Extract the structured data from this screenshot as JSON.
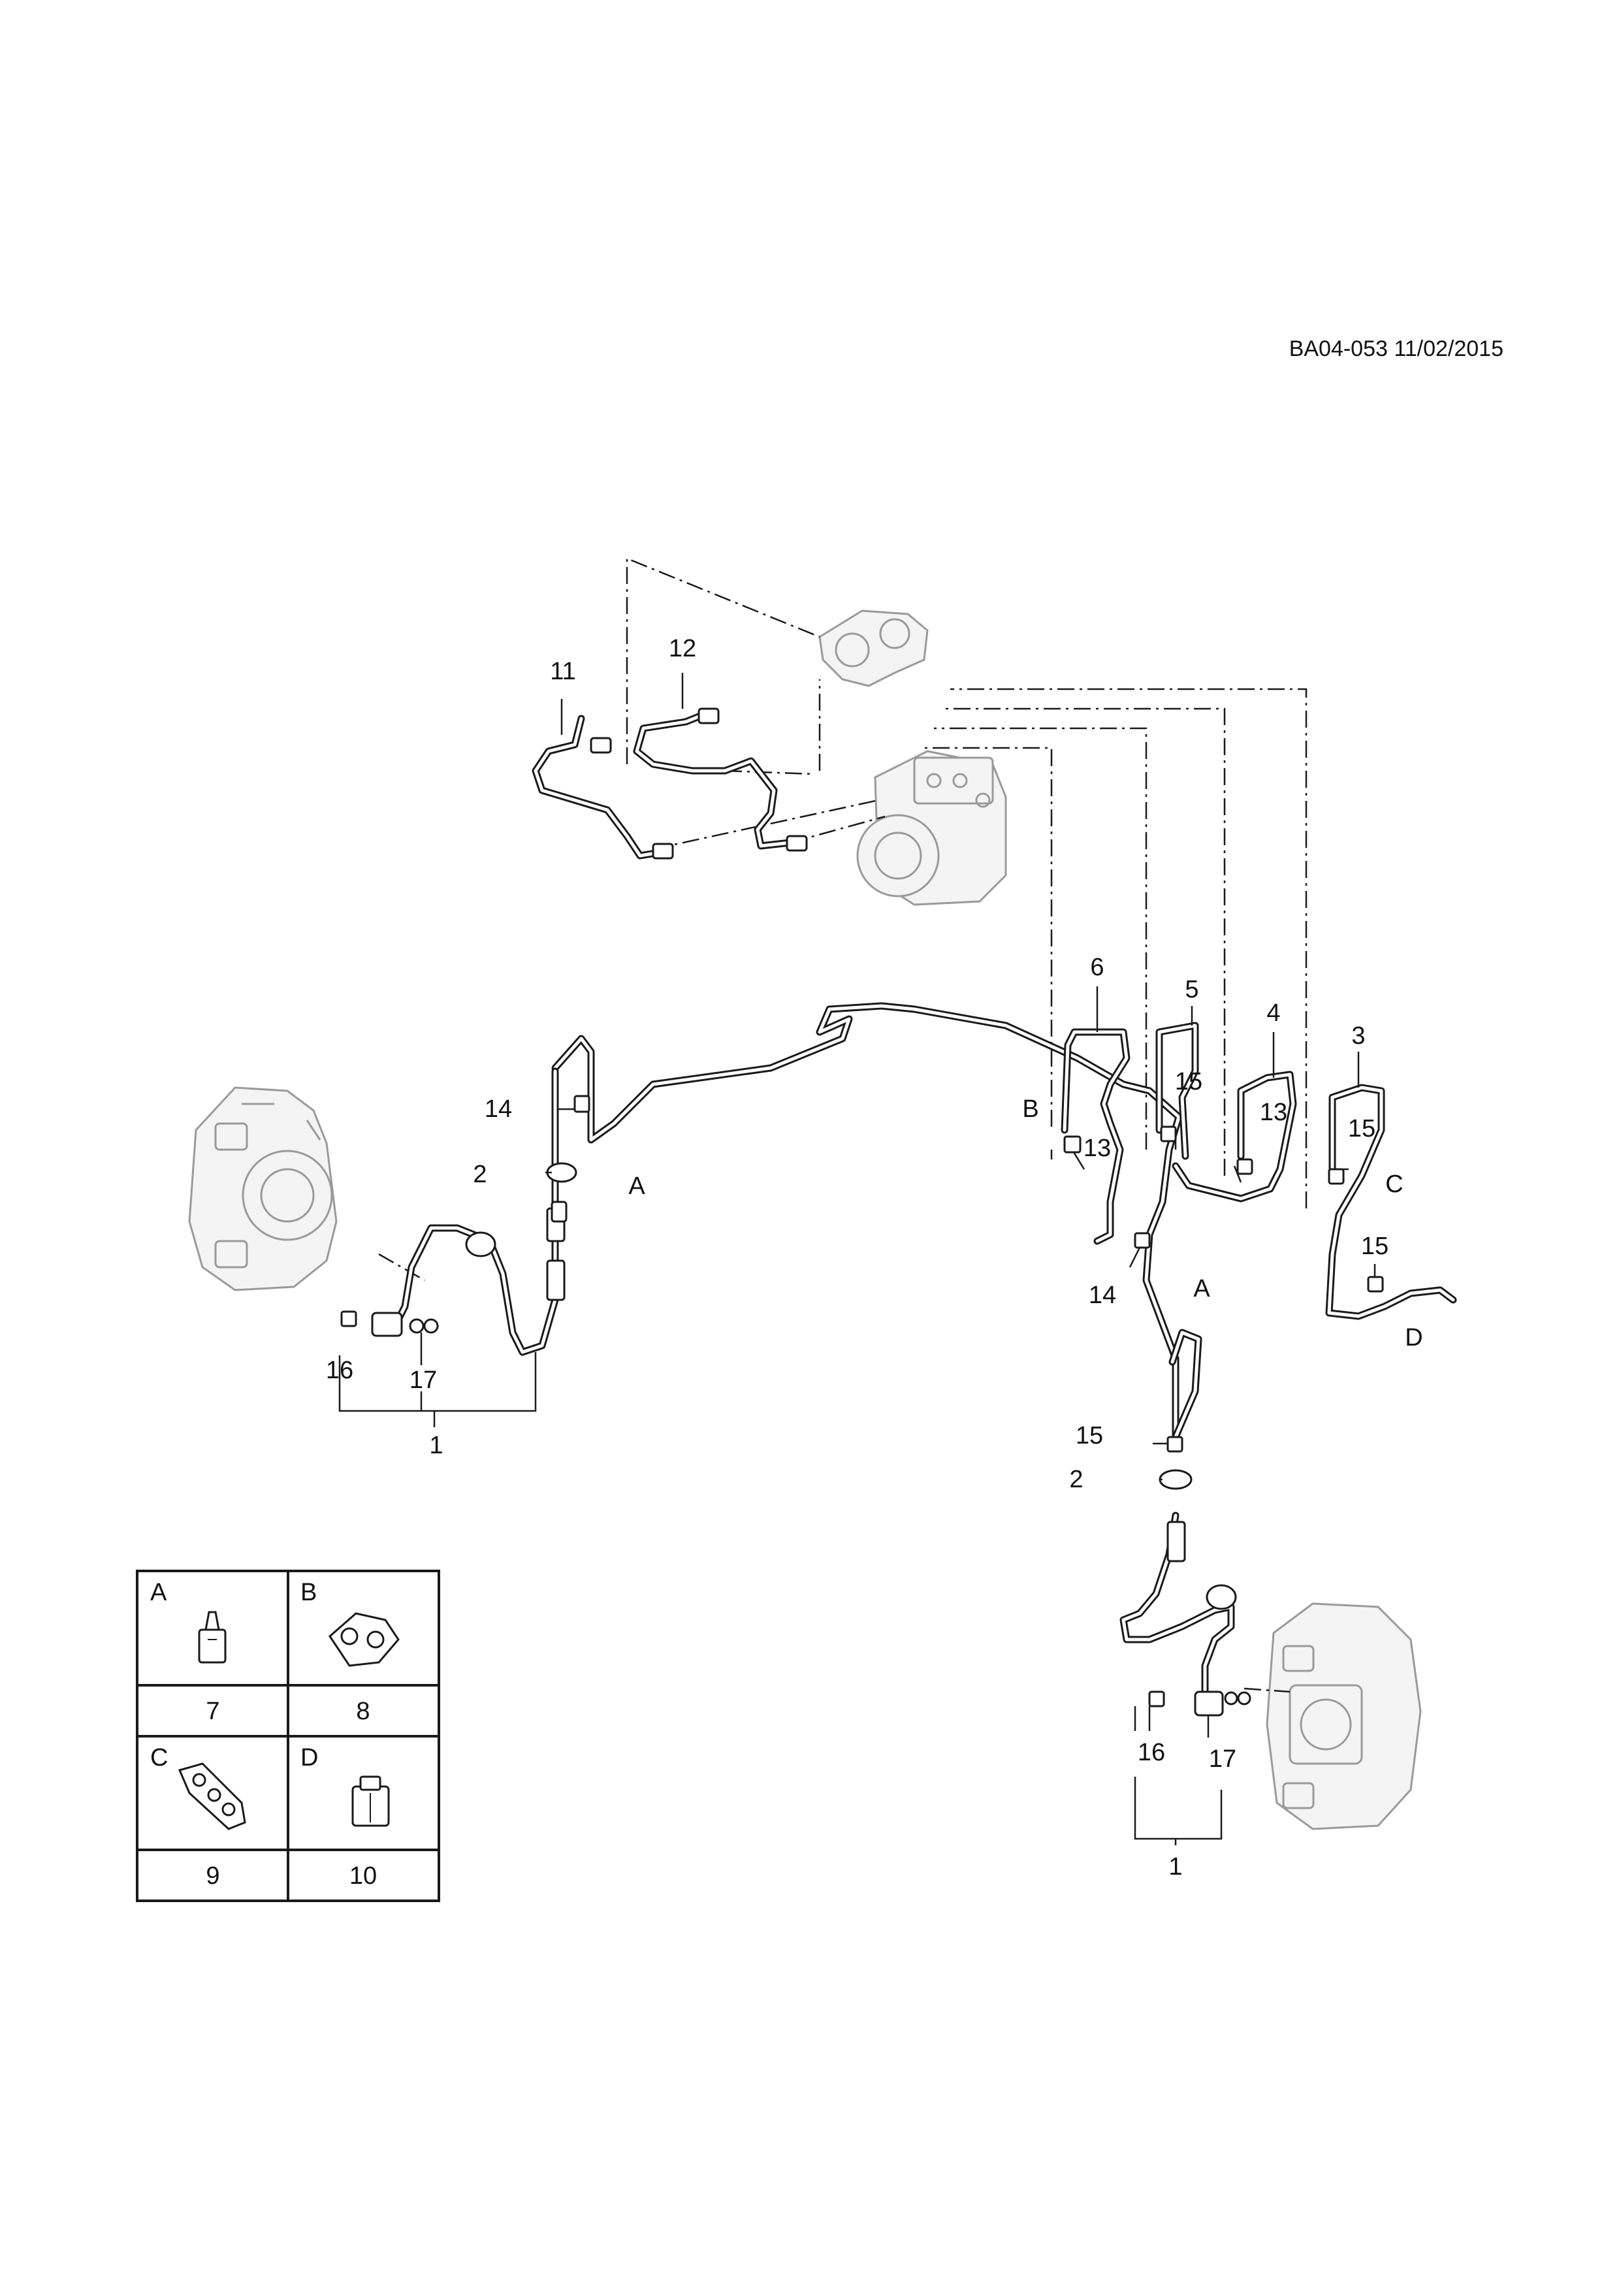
{
  "header": {
    "ref": "BA04-053 11/02/2015"
  },
  "callouts": {
    "n1a": "1",
    "n1b": "1",
    "n2a": "2",
    "n2b": "2",
    "n3": "3",
    "n4": "4",
    "n5": "5",
    "n6": "6",
    "n11": "11",
    "n12": "12",
    "n13a": "13",
    "n13b": "13",
    "n14a": "14",
    "n14b": "14",
    "n15a": "15",
    "n15b": "15",
    "n15c": "15",
    "n15d": "15",
    "n16a": "16",
    "n16b": "16",
    "n17a": "17",
    "n17b": "17"
  },
  "letters": {
    "a1": "A",
    "a2": "A",
    "b1": "B",
    "c1": "C",
    "d1": "D"
  },
  "legend": {
    "cells": [
      {
        "letter": "A",
        "number": "7"
      },
      {
        "letter": "B",
        "number": "8"
      },
      {
        "letter": "C",
        "number": "9"
      },
      {
        "letter": "D",
        "number": "10"
      }
    ]
  }
}
